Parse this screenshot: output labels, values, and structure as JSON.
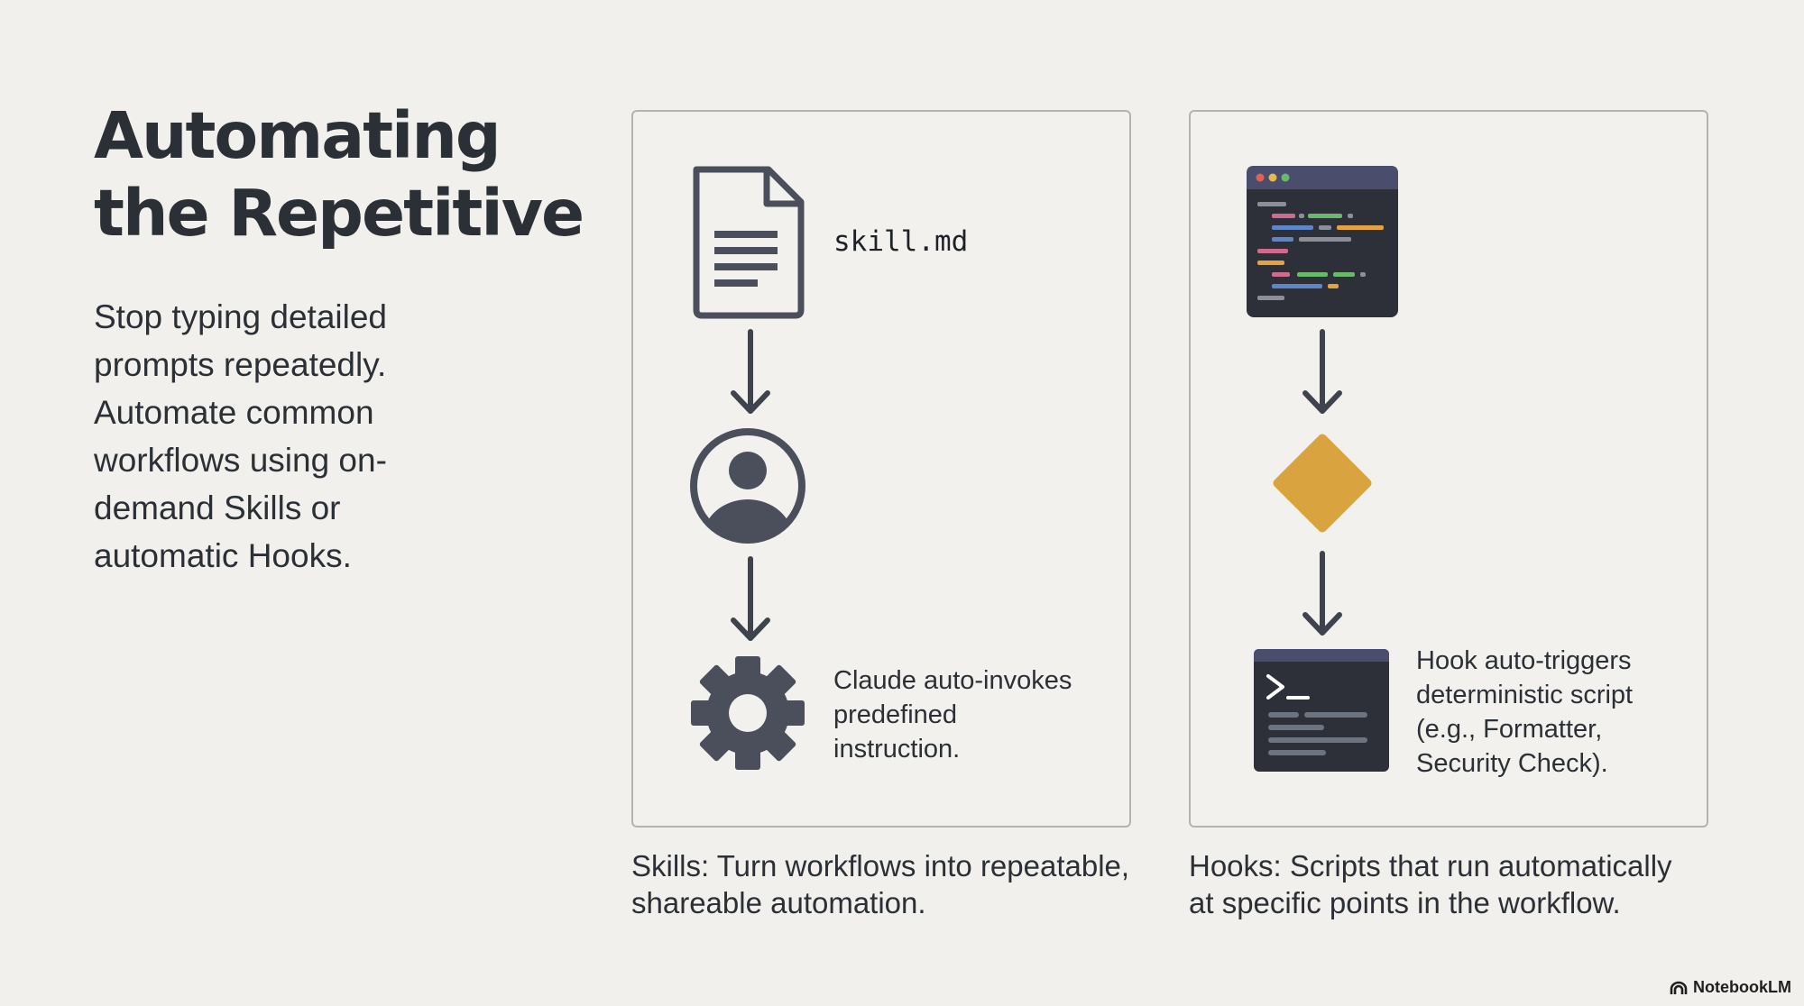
{
  "title": {
    "line1": "Automating",
    "line2": "the Repetitive"
  },
  "intro": [
    "Stop typing detailed",
    "prompts repeatedly.",
    "Automate common",
    "workflows using on-",
    "demand Skills or",
    "automatic Hooks."
  ],
  "skills": {
    "file_label": "skill.md",
    "note": [
      "Claude auto-invokes",
      "predefined",
      "instruction."
    ],
    "caption": [
      "Skills: Turn workflows into repeatable,",
      "shareable automation."
    ]
  },
  "hooks": {
    "note": [
      "Hook auto-triggers",
      "deterministic script",
      "(e.g., Formatter,",
      "Security Check)."
    ],
    "caption": [
      "Hooks: Scripts that run automatically",
      "at specific points in the workflow."
    ]
  },
  "watermark": "NotebookLM",
  "icons": {
    "skills": [
      "document-icon",
      "arrow-down-icon",
      "user-avatar-icon",
      "arrow-down-icon",
      "gear-icon"
    ],
    "hooks": [
      "code-editor-window-icon",
      "arrow-down-icon",
      "decision-diamond-icon",
      "arrow-down-icon",
      "terminal-icon",
      "notebooklm-logo-icon"
    ]
  },
  "colors": {
    "background": "#f1f0ec",
    "text": "#2b2f36",
    "icon_dark": "#4a4f5b",
    "diamond": "#d9a43f",
    "window_bar": "#4a4d6c",
    "window_body": "#2d3039",
    "panel_border": "#b3b3b3"
  }
}
